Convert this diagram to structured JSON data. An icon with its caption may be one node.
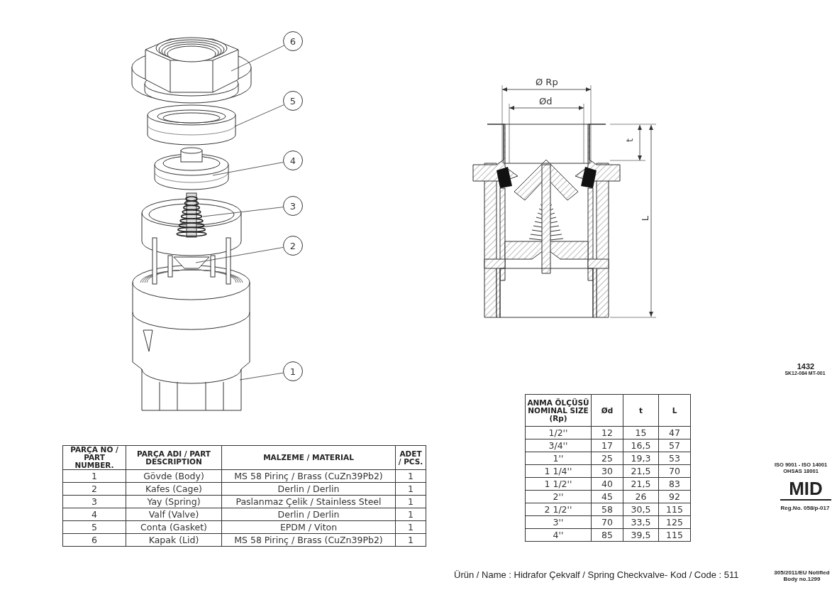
{
  "diagram": {
    "nodes": [
      {
        "text": [
          "6"
        ]
      },
      {
        "text": [
          "5"
        ]
      },
      {
        "text": [
          "4"
        ]
      },
      {
        "text": [
          "3"
        ]
      },
      {
        "text": [
          "2"
        ]
      },
      {
        "text": [
          "1"
        ]
      },
      {
        "text": [],
        "shape": "picture"
      },
      {
        "text": [],
        "shape": "picture"
      },
      {
        "text": [],
        "shape": "picture"
      },
      {
        "text": [],
        "shape": "picture"
      },
      {
        "text": [],
        "shape": "picture"
      },
      {
        "text": [],
        "shape": "picture"
      }
    ],
    "edges": [
      {
        "from": 0,
        "to": 6,
        "arrow": "none"
      },
      {
        "from": 1,
        "to": 7,
        "arrow": "none"
      },
      {
        "from": 2,
        "to": 8,
        "arrow": "none"
      },
      {
        "from": 3,
        "to": 9,
        "arrow": "none"
      },
      {
        "from": 4,
        "to": 10,
        "arrow": "none"
      },
      {
        "from": 5,
        "to": 11,
        "arrow": "none"
      }
    ],
    "labels": [
      "Ø Rp",
      "Ød",
      "t",
      "L",
      "ANMA ÖLÇÜSÜ NOMINAL SIZE (Rp)",
      "Ød",
      "t",
      "L",
      "1/2''",
      "12",
      "15",
      "47",
      "3/4''",
      "17",
      "16,5",
      "57",
      "1''",
      "25",
      "19,3",
      "53",
      "1 1/4''",
      "30",
      "21,5",
      "70",
      "1 1/2''",
      "40",
      "21,5",
      "83",
      "2''",
      "45",
      "26",
      "92",
      "2 1/2''",
      "58",
      "30,5",
      "115",
      "3''",
      "70",
      "33,5",
      "125",
      "4''",
      "85",
      "39,5",
      "115",
      "PARÇA NO / PART NUMBER.",
      "PARÇA ADI / PART DESCRIPTION",
      "MALZEME / MATERIAL",
      "ADET / PCS.",
      "1",
      "Gövde (Body)",
      "MS 58 Pirinç / Brass (CuZn39Pb2)",
      "1",
      "2",
      "Kafes (Cage)",
      "Derlin / Derlin",
      "1",
      "3",
      "Yay (Spring)",
      "Paslanmaz Çelik / Stainless Steel",
      "1",
      "4",
      "Valf (Valve)",
      "Derlin / Derlin",
      "1",
      "5",
      "Conta (Gasket)",
      "EPDM / Viton",
      "1",
      "6",
      "Kapak (Lid)",
      "MS 58 Pirinç / Brass (CuZn39Pb2)",
      "1",
      "1432",
      "SK12-084 MT-001",
      "ISO 9001 - ISO 14001 OHSAS 18001",
      "MID",
      "Reg.No. 058/p-017",
      "Ürün / Name : Hidrafor Çekvalf / Spring Checkvalve-  Kod / Code : 511",
      "305/2011/EU Notified Body no.1299"
    ]
  }
}
